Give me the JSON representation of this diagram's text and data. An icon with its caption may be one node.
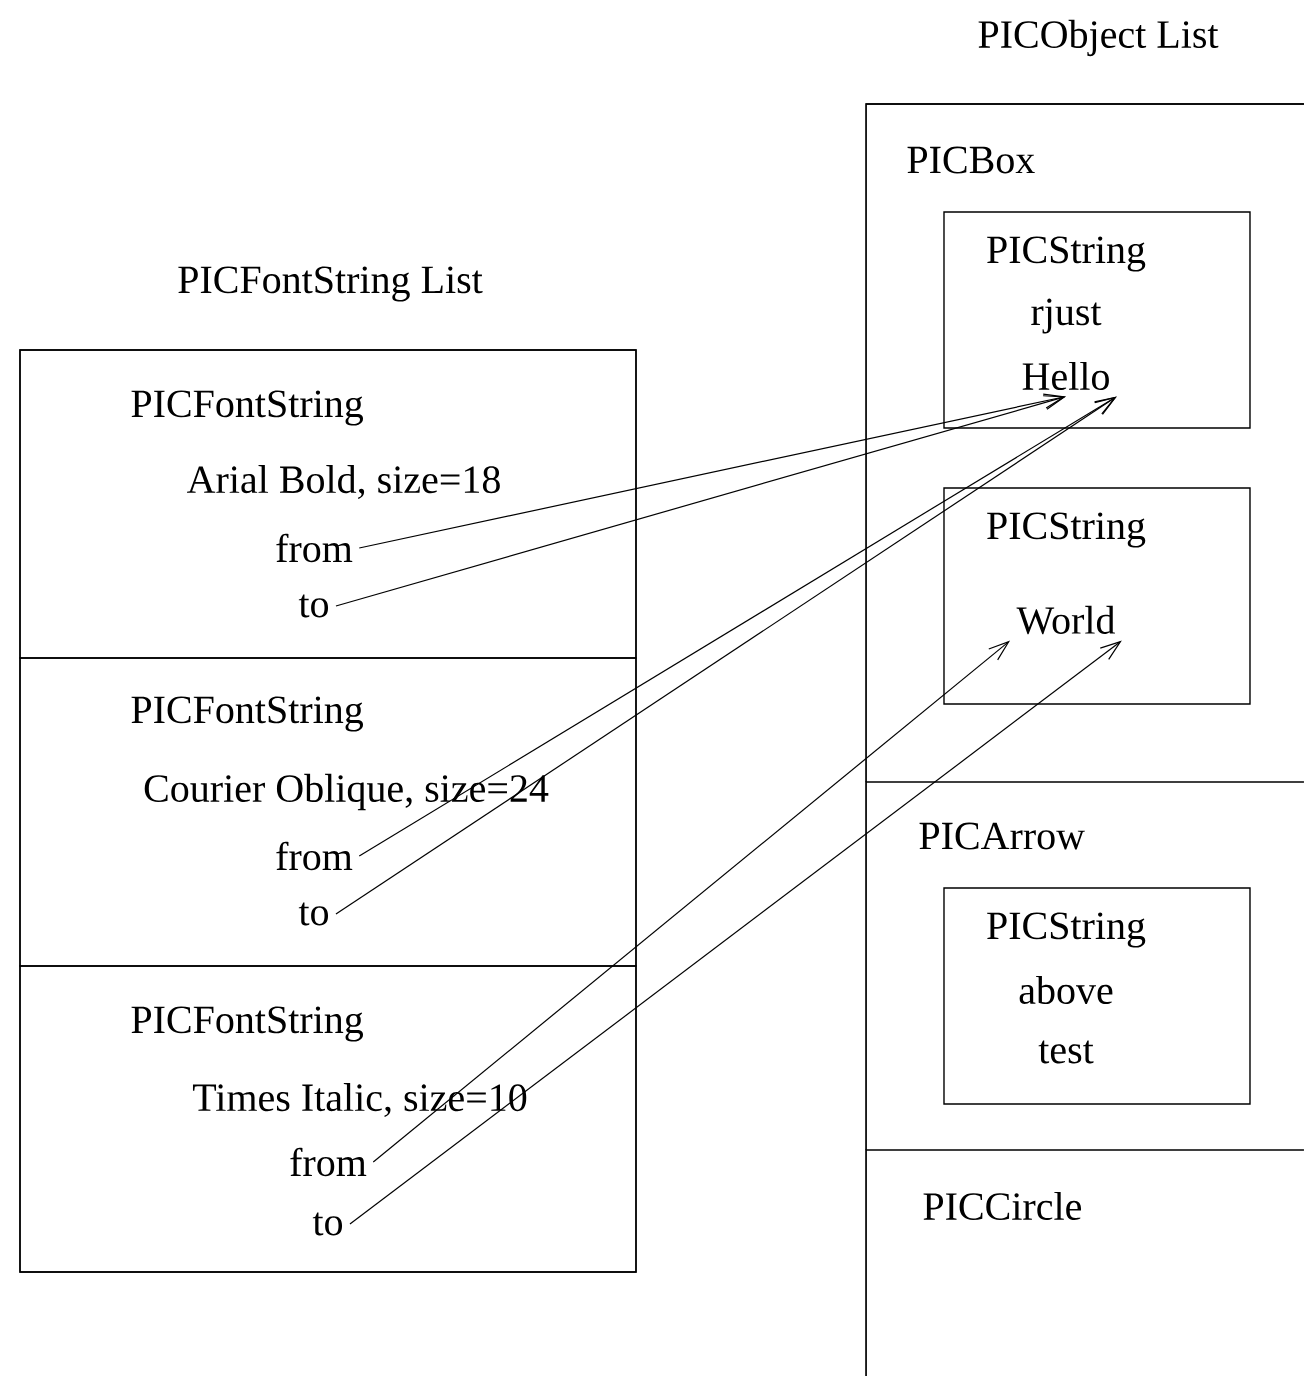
{
  "diagram": {
    "nodes": [
      {
        "text": [
          "PICFontString List"
        ]
      },
      {
        "text": [
          "PICFontString",
          "Arial Bold, size=18"
        ],
        "in": 0
      },
      {
        "text": [
          "from"
        ],
        "in": 1
      },
      {
        "text": [
          "to"
        ],
        "in": 1
      },
      {
        "text": [
          "PICFontString",
          "Courier Oblique, size=24"
        ],
        "in": 0
      },
      {
        "text": [
          "from"
        ],
        "in": 4
      },
      {
        "text": [
          "to"
        ],
        "in": 4
      },
      {
        "text": [
          "PICFontString",
          "Times Italic, size=10"
        ],
        "in": 0
      },
      {
        "text": [
          "from"
        ],
        "in": 7
      },
      {
        "text": [
          "to"
        ],
        "in": 7
      },
      {
        "text": [
          "PICObject List"
        ]
      },
      {
        "text": [
          "PICBox"
        ],
        "in": 10
      },
      {
        "text": [
          "PICString",
          "rjust"
        ],
        "in": 11
      },
      {
        "text": [
          "Hello"
        ],
        "in": 12
      },
      {
        "text": [
          "PICString"
        ],
        "in": 11
      },
      {
        "text": [
          "World"
        ],
        "in": 14
      },
      {
        "text": [
          "PICArrow"
        ],
        "in": 10
      },
      {
        "text": [
          "PICString",
          "above",
          "test"
        ],
        "in": 16
      },
      {
        "text": [
          "PICCircle"
        ],
        "in": 10
      }
    ],
    "edges": [
      {
        "from": 2,
        "to": 13,
        "arrow": "to"
      },
      {
        "from": 3,
        "to": 13,
        "arrow": "to"
      },
      {
        "from": 5,
        "to": 13,
        "arrow": "to"
      },
      {
        "from": 6,
        "to": 13,
        "arrow": "to"
      },
      {
        "from": 8,
        "to": 15,
        "arrow": "to"
      },
      {
        "from": 9,
        "to": 15,
        "arrow": "to"
      }
    ]
  }
}
